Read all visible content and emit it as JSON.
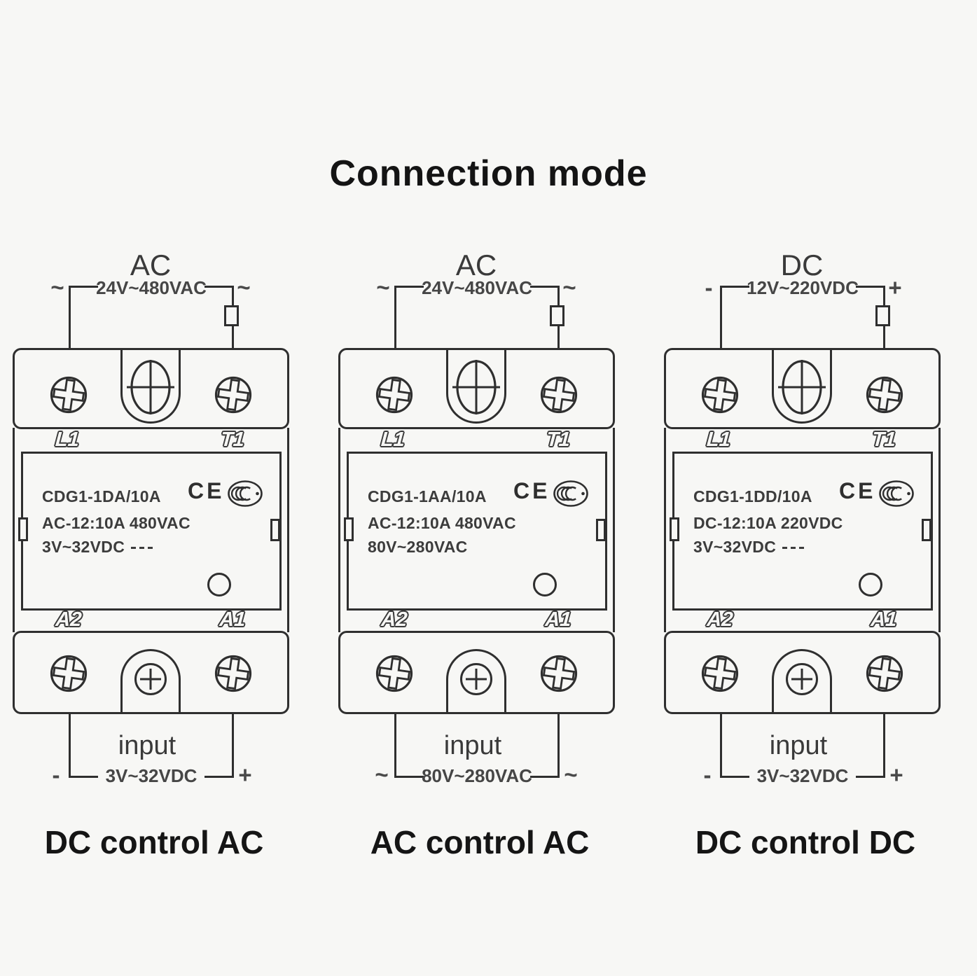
{
  "title": "Connection mode",
  "colors": {
    "background": "#f7f7f5",
    "line": "#2f2f2f",
    "heading": "#141414",
    "device_text": "#3c3c3c"
  },
  "relays": [
    {
      "caption": "DC control AC",
      "supply": {
        "type": "AC",
        "left_symbol": "~",
        "voltage": "24V~480VAC",
        "right_symbol": "~"
      },
      "terminals": {
        "top_left": "L1",
        "top_right": "T1",
        "bottom_left": "A2",
        "bottom_right": "A1"
      },
      "nameplate": {
        "model": "CDG1-1DA/10A",
        "rating": "AC-12:10A 480VAC",
        "control": "3V~32VDC",
        "has_dc_symbol": true,
        "ce_mark": "CE",
        "ccc_mark": "CCC"
      },
      "input": {
        "label": "input",
        "left_symbol": "-",
        "voltage": "3V~32VDC",
        "right_symbol": "+"
      }
    },
    {
      "caption": "AC control AC",
      "supply": {
        "type": "AC",
        "left_symbol": "~",
        "voltage": "24V~480VAC",
        "right_symbol": "~"
      },
      "terminals": {
        "top_left": "L1",
        "top_right": "T1",
        "bottom_left": "A2",
        "bottom_right": "A1"
      },
      "nameplate": {
        "model": "CDG1-1AA/10A",
        "rating": "AC-12:10A 480VAC",
        "control": "80V~280VAC",
        "has_dc_symbol": false,
        "ce_mark": "CE",
        "ccc_mark": "CCC"
      },
      "input": {
        "label": "input",
        "left_symbol": "~",
        "voltage": "80V~280VAC",
        "right_symbol": "~"
      }
    },
    {
      "caption": "DC control DC",
      "supply": {
        "type": "DC",
        "left_symbol": "-",
        "voltage": "12V~220VDC",
        "right_symbol": "+"
      },
      "terminals": {
        "top_left": "L1",
        "top_right": "T1",
        "bottom_left": "A2",
        "bottom_right": "A1"
      },
      "nameplate": {
        "model": "CDG1-1DD/10A",
        "rating": "DC-12:10A 220VDC",
        "control": "3V~32VDC",
        "has_dc_symbol": true,
        "ce_mark": "CE",
        "ccc_mark": "CCC"
      },
      "input": {
        "label": "input",
        "left_symbol": "-",
        "voltage": "3V~32VDC",
        "right_symbol": "+"
      }
    }
  ]
}
